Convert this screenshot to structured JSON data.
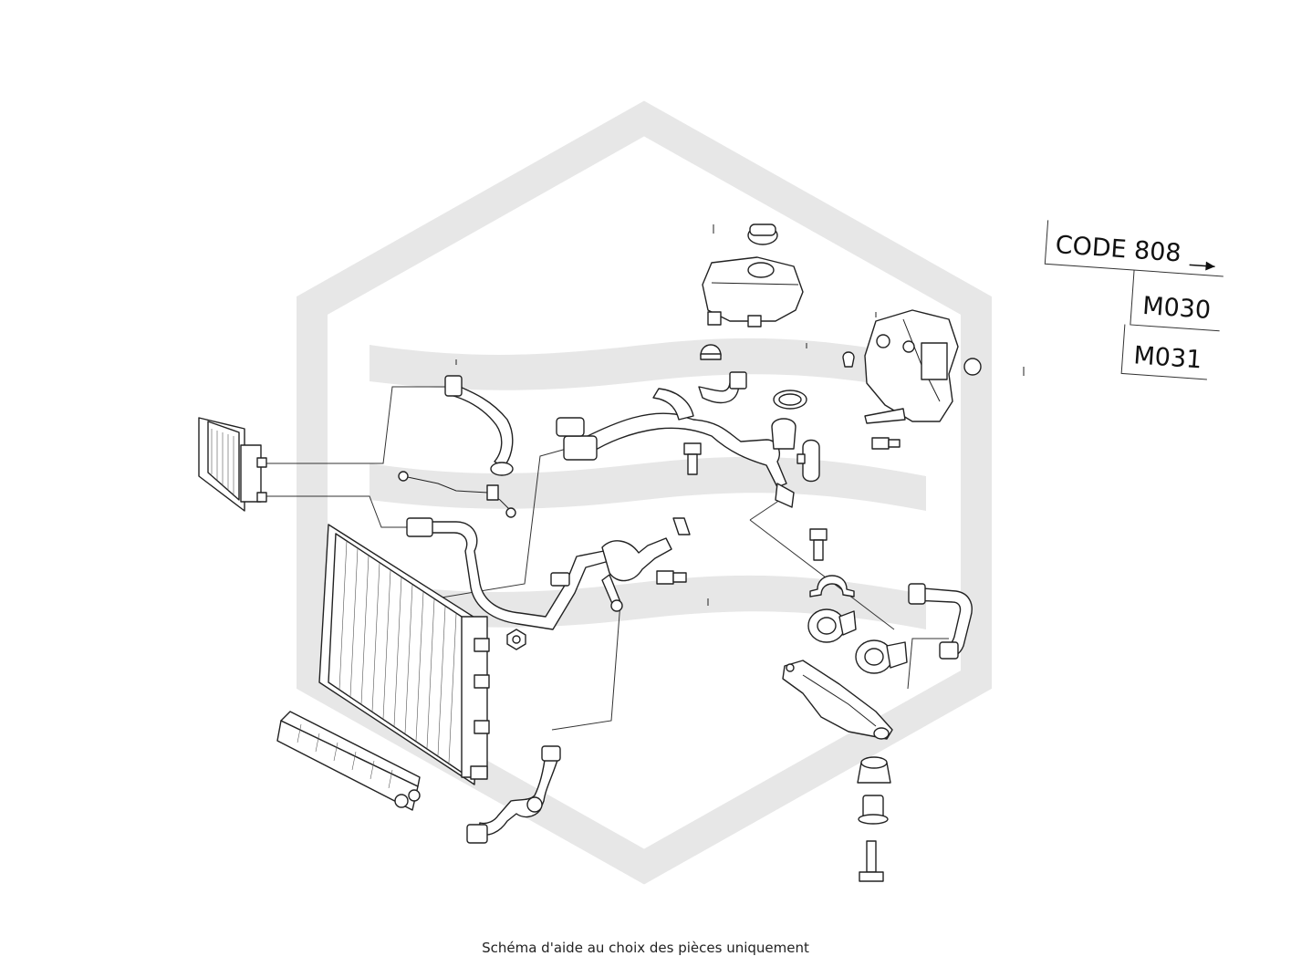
{
  "watermark": {
    "logo": "hexagon-wave-logo",
    "color": "#e7e7e7"
  },
  "codes": {
    "code_label": "CODE 808",
    "arrow_icon": "arrow-right-icon",
    "items": [
      "M030",
      "M031"
    ]
  },
  "parts": [
    "heater-core",
    "coolant-hose-upper",
    "coolant-pipe",
    "coolant-hose-lower",
    "radiator",
    "intercooler",
    "expansion-tank",
    "expansion-tank-cap",
    "thermostat-housing",
    "hose-clamp",
    "gasket-ring",
    "bolt",
    "pipe-bracket",
    "electric-water-pump",
    "auxiliary-water-pump",
    "pump-mounting-bracket",
    "rubber-mount",
    "mount-sleeve",
    "long-bolt",
    "ecu-bracket",
    "return-hose",
    "bottom-hose"
  ],
  "footer": {
    "text": "Schéma d'aide au choix des pièces uniquement"
  }
}
